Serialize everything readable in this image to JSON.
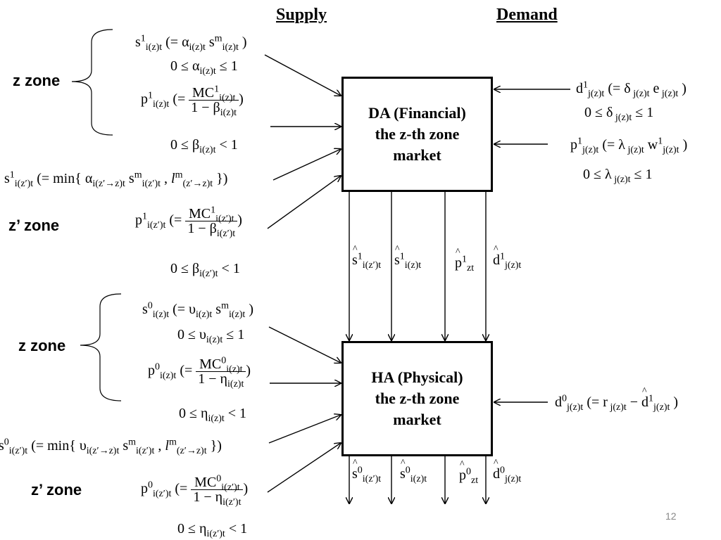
{
  "headers": {
    "supply": "Supply",
    "demand": "Demand"
  },
  "zones": {
    "z_top": "z zone",
    "zp_top": "z’ zone",
    "z_bottom": "z zone",
    "zp_bottom": "z’ zone"
  },
  "da_market": {
    "line1": "DA (Financial)",
    "line2": "the z-th zone",
    "line3": "market"
  },
  "ha_market": {
    "line1": "HA (Physical)",
    "line2": "the z-th zone",
    "line3": "market"
  },
  "page_number": "12"
}
